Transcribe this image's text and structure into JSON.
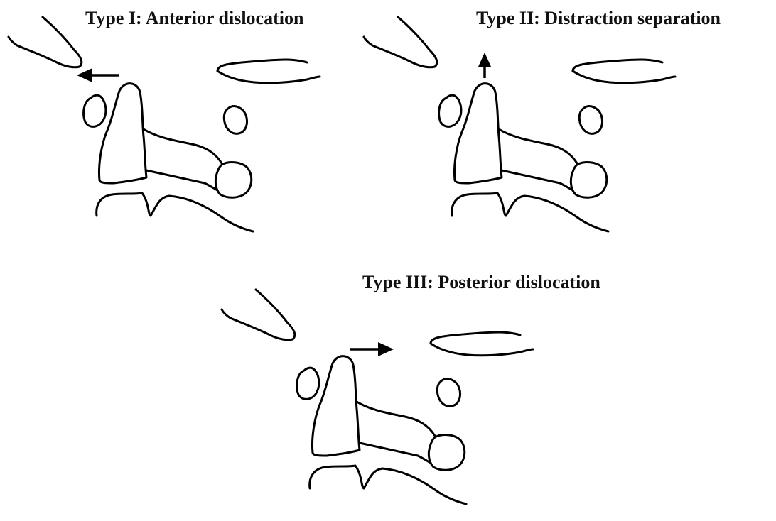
{
  "figure": {
    "panels": [
      {
        "id": "type-1",
        "title": "Type I: Anterior dislocation",
        "arrow_direction": "left"
      },
      {
        "id": "type-2",
        "title": "Type II: Distraction separation",
        "arrow_direction": "up"
      },
      {
        "id": "type-3",
        "title": "Type III: Posterior dislocation",
        "arrow_direction": "right"
      }
    ],
    "colors": {
      "ink": "#000000",
      "background": "#ffffff"
    }
  }
}
